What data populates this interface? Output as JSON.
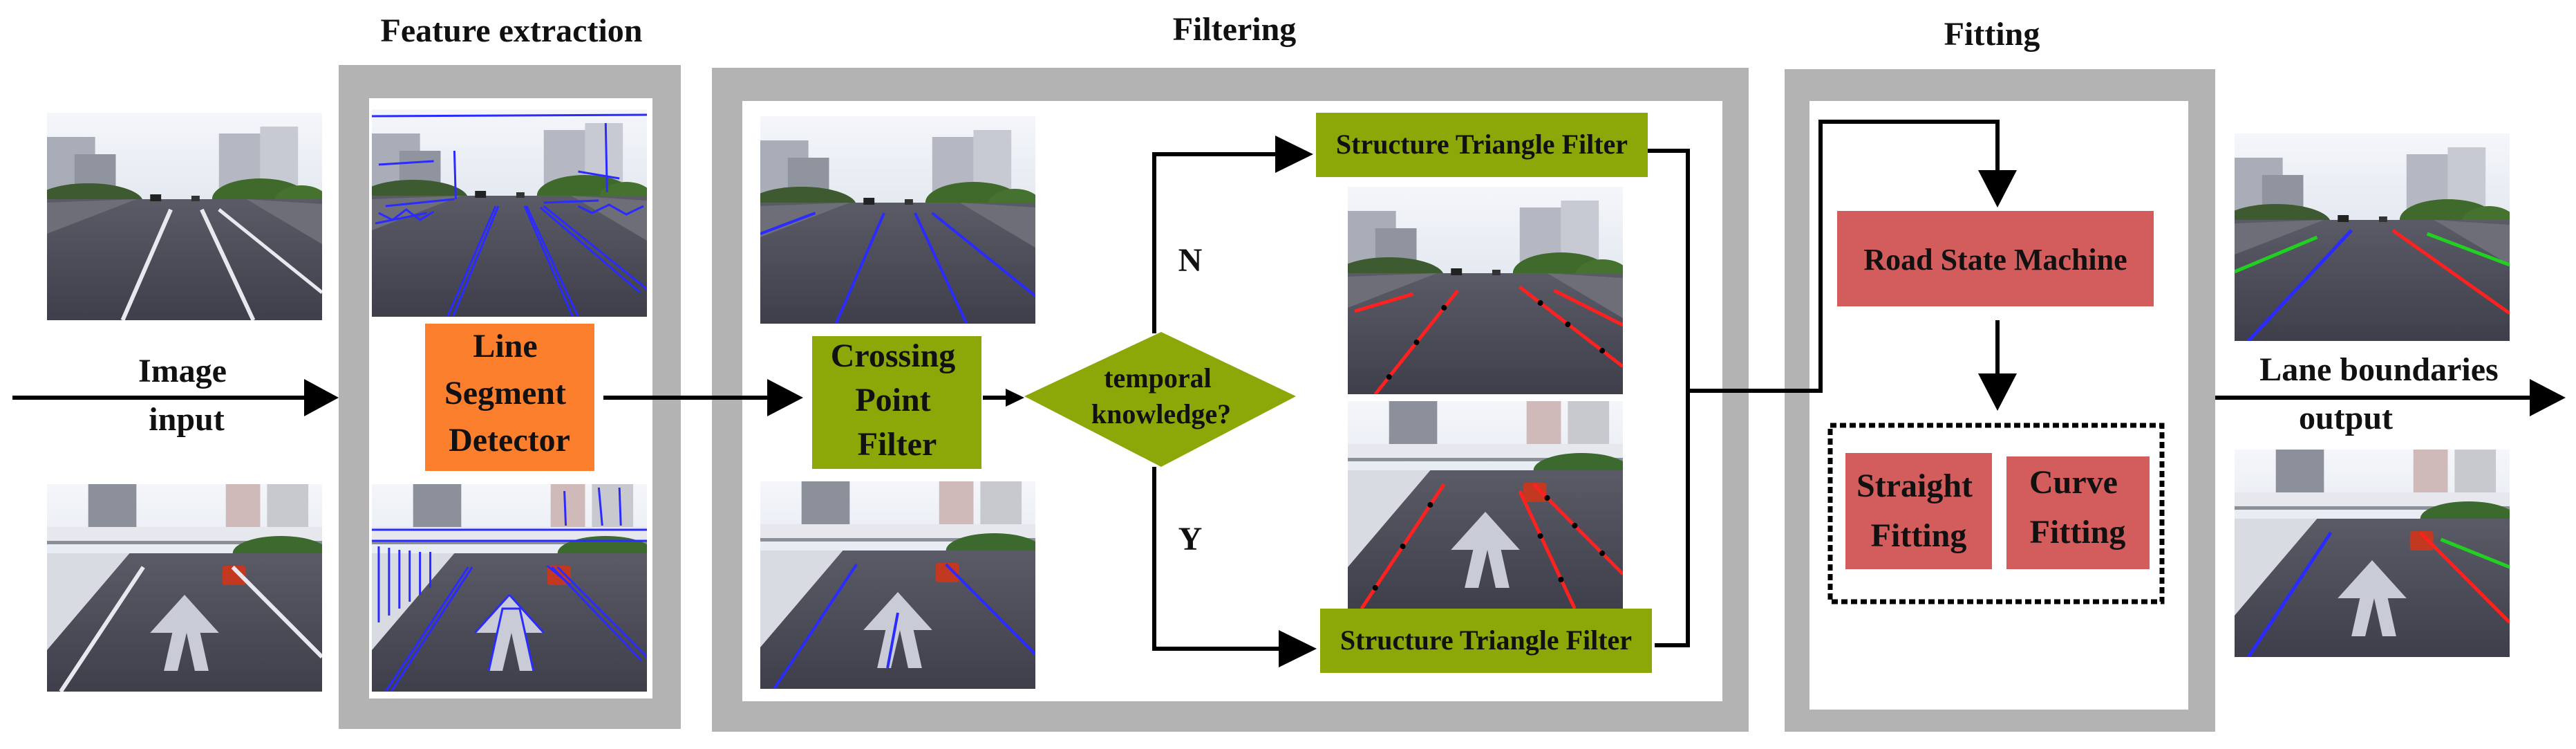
{
  "stages": {
    "feature_extraction": "Feature extraction",
    "filtering": "Filtering",
    "fitting": "Fitting"
  },
  "input_label": [
    "Image",
    "input"
  ],
  "output_label": [
    "Lane boundaries",
    "output"
  ],
  "boxes": {
    "lsd": [
      "Line",
      "Segment",
      "Detector"
    ],
    "cpf": [
      "Crossing",
      "Point",
      "Filter"
    ],
    "decision": [
      "temporal",
      "knowledge?"
    ],
    "stf_top": "Structure Triangle Filter",
    "stf_bottom": "Structure Triangle Filter",
    "rsm": "Road State Machine",
    "straight": [
      "Straight",
      "Fitting"
    ],
    "curve": [
      "Curve",
      "Fitting"
    ]
  },
  "branch_labels": {
    "no": "N",
    "yes": "Y"
  },
  "colors": {
    "panel_gray": "#b3b3b3",
    "orange": "#fb7f2c",
    "olive": "#8ba708",
    "red_box": "#d35c5c",
    "lane_blue": "#2b2bff",
    "lane_red": "#ff2020",
    "lane_green": "#22d022"
  },
  "icons": [
    "arrow-right-icon",
    "arrow-down-icon"
  ]
}
